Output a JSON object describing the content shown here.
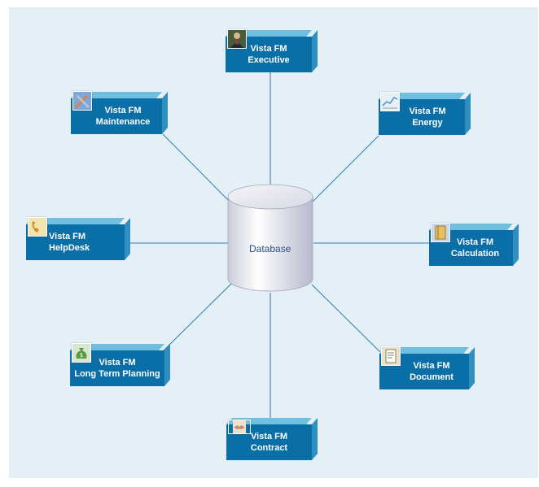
{
  "center": {
    "label": "Database"
  },
  "nodes": [
    {
      "id": "executive",
      "line1": "Vista FM",
      "line2": "Executive",
      "icon": "executive-person-icon"
    },
    {
      "id": "maintenance",
      "line1": "Vista FM",
      "line2": "Maintenance",
      "icon": "maintenance-tools-icon"
    },
    {
      "id": "energy",
      "line1": "Vista FM",
      "line2": "Energy",
      "icon": "energy-chart-icon"
    },
    {
      "id": "helpdesk",
      "line1": "Vista FM",
      "line2": "HelpDesk",
      "icon": "helpdesk-phone-icon"
    },
    {
      "id": "calculation",
      "line1": "Vista FM",
      "line2": "Calculation",
      "icon": "calculation-binder-icon"
    },
    {
      "id": "long-term-planning",
      "line1": "Vista FM",
      "line2": "Long Term Planning",
      "icon": "money-bag-icon"
    },
    {
      "id": "document",
      "line1": "Vista FM",
      "line2": "Document",
      "icon": "document-icon"
    },
    {
      "id": "contract",
      "line1": "Vista FM",
      "line2": "Contract",
      "icon": "handshake-icon"
    }
  ],
  "colors": {
    "background": "#e4eff6",
    "node_face": "#0a6ea7",
    "node_top": "#6fbfe0",
    "node_side": "#2f8fc0",
    "connector": "#2e7fb0",
    "database_text": "#2c4f8c"
  }
}
